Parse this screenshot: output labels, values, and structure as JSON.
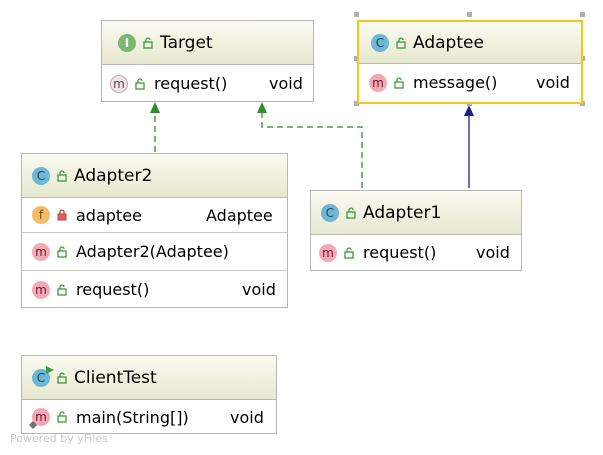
{
  "diagram": {
    "classes": {
      "target": {
        "kind": "I",
        "name": "Target",
        "members": [
          {
            "kind": "m",
            "name": "request()",
            "type": "void"
          }
        ]
      },
      "adaptee": {
        "kind": "C",
        "name": "Adaptee",
        "selected": true,
        "members": [
          {
            "kind": "m",
            "name": "message()",
            "type": "void"
          }
        ]
      },
      "adapter2": {
        "kind": "C",
        "name": "Adapter2",
        "fields": [
          {
            "kind": "f",
            "name": "adaptee",
            "type": "Adaptee"
          }
        ],
        "constructors": [
          {
            "kind": "m",
            "name": "Adapter2(Adaptee)",
            "type": ""
          }
        ],
        "methods": [
          {
            "kind": "m",
            "name": "request()",
            "type": "void"
          }
        ]
      },
      "adapter1": {
        "kind": "C",
        "name": "Adapter1",
        "members": [
          {
            "kind": "m",
            "name": "request()",
            "type": "void"
          }
        ]
      },
      "clienttest": {
        "kind": "C",
        "name": "ClientTest",
        "members": [
          {
            "kind": "m",
            "name": "main(String[])",
            "type": "void"
          }
        ]
      }
    },
    "colors": {
      "implements_edge": "#2e8b2e",
      "extends_edge": "#1f1f8a",
      "selection": "#f5c518",
      "header_gradient_end": "#e7e8cf"
    },
    "watermark": "Powered by yFiles"
  }
}
